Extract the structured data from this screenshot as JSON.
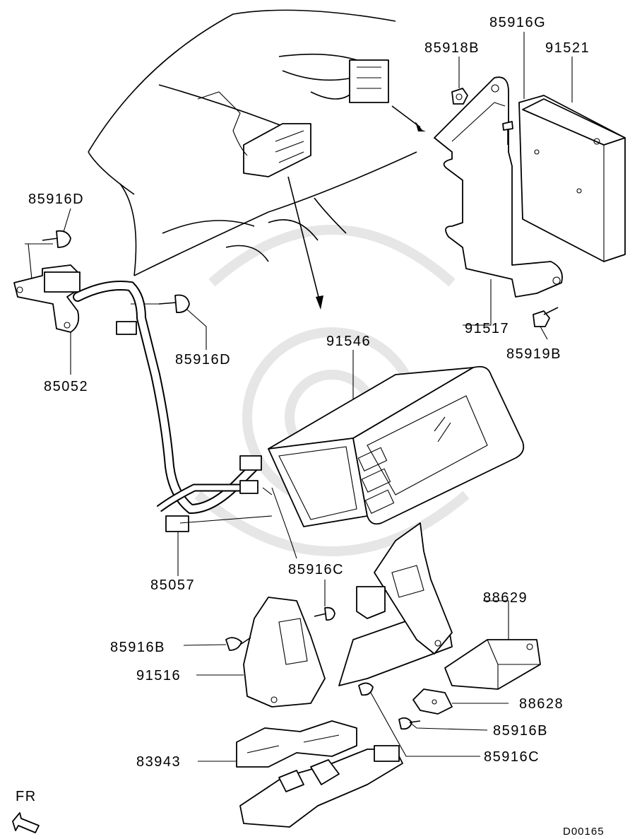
{
  "diagram": {
    "code": "D00165",
    "front_marker": "FR",
    "labels": [
      {
        "id": "p85916G",
        "text": "85916G"
      },
      {
        "id": "p85918B",
        "text": "85918B"
      },
      {
        "id": "p91521",
        "text": "91521"
      },
      {
        "id": "p85916D_a",
        "text": "85916D"
      },
      {
        "id": "p85916D_b",
        "text": "85916D"
      },
      {
        "id": "p85052",
        "text": "85052"
      },
      {
        "id": "p91517",
        "text": "91517"
      },
      {
        "id": "p85919B",
        "text": "85919B"
      },
      {
        "id": "p91546",
        "text": "91546"
      },
      {
        "id": "p85057",
        "text": "85057"
      },
      {
        "id": "p85916C_a",
        "text": "85916C"
      },
      {
        "id": "p88629",
        "text": "88629"
      },
      {
        "id": "p85916B_a",
        "text": "85916B"
      },
      {
        "id": "p91516",
        "text": "91516"
      },
      {
        "id": "p88628",
        "text": "88628"
      },
      {
        "id": "p85916B_b",
        "text": "85916B"
      },
      {
        "id": "p83943",
        "text": "83943"
      },
      {
        "id": "p85916C_b",
        "text": "85916C"
      }
    ]
  }
}
